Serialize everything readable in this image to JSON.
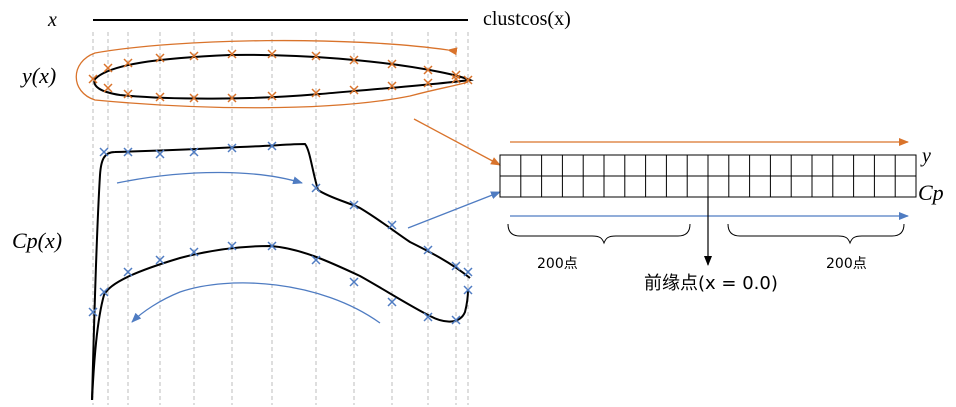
{
  "labels": {
    "x_label": "x",
    "clustcos_label": "clustcos(x)",
    "y_label": "y(x)",
    "cp_label": "Cp(x)",
    "grid_y": "y",
    "grid_cp": "Cp",
    "left_count": "200点",
    "right_count": "200点",
    "leading_edge": "前缘点(x = 0.0)"
  },
  "colors": {
    "orange": "#d9732b",
    "blue": "#4f7cc2",
    "black": "#000000",
    "grid": "#bdbdbd"
  }
}
